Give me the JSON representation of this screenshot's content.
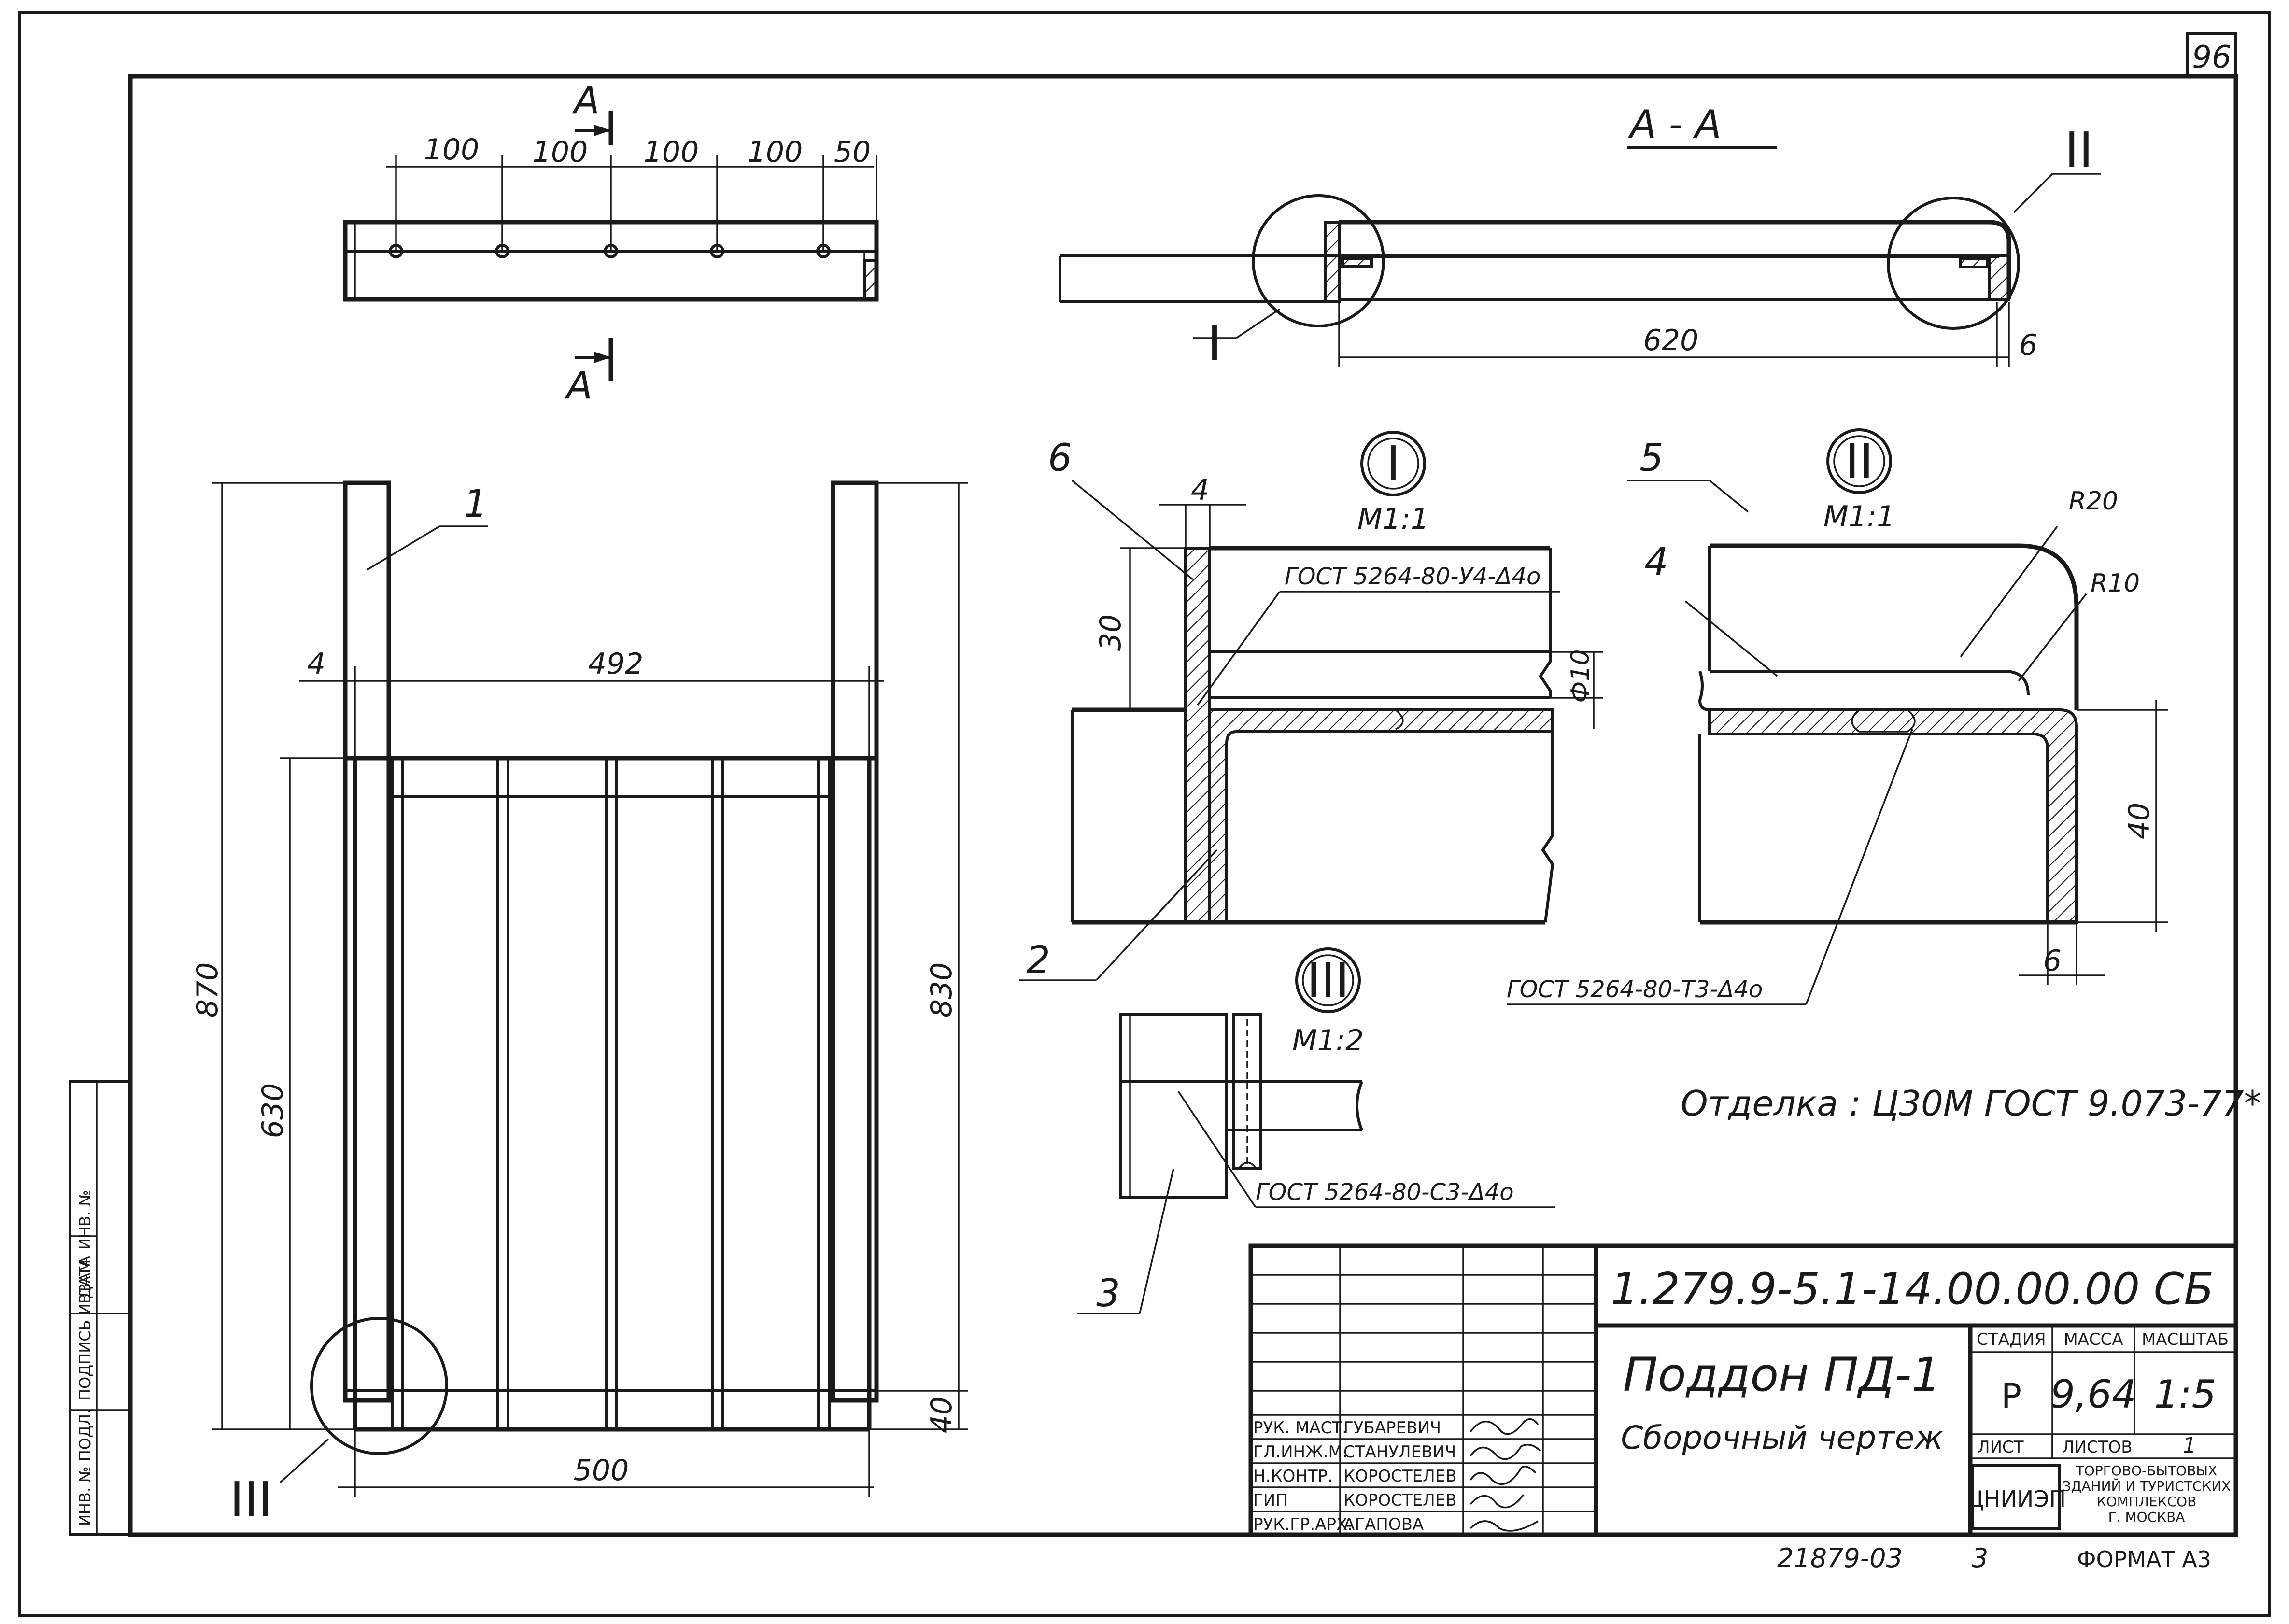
{
  "sheet_number": "96",
  "section_marks": {
    "a": "А",
    "section_title": "А - А"
  },
  "top_dims": [
    "100",
    "100",
    "100",
    "100",
    "50"
  ],
  "section_dims": {
    "length": "620",
    "end": "6"
  },
  "main_view": {
    "dim_width_inner": "492",
    "dim_width": "500",
    "dim_left_offset": "4",
    "dim_height_total": "870",
    "dim_height_frame": "630",
    "dim_height_right": "830",
    "dim_bottom": "40"
  },
  "detail_I": {
    "roman": "I",
    "scale": "М1:1",
    "dim_top": "4",
    "dim_30": "30",
    "dim_d10": "Ф10",
    "weld": "ГОСТ 5264-80-У4-Δ4о"
  },
  "detail_II": {
    "roman": "II",
    "scale": "М1:1",
    "r20": "R20",
    "r10": "R10",
    "dim_40": "40",
    "dim_6": "6",
    "weld": "ГОСТ 5264-80-Т3-Δ4о"
  },
  "detail_III": {
    "roman": "III",
    "scale": "М1:2",
    "weld": "ГОСТ 5264-80-С3-Δ4о"
  },
  "callouts": [
    "1",
    "2",
    "3",
    "4",
    "5",
    "6"
  ],
  "view_marks": {
    "i": "I",
    "ii": "II",
    "iii": "III"
  },
  "finish_note": "Отделка : Ц30М ГОСТ 9.073-77*",
  "title_block": {
    "doc_code": "1.279.9-5.1-14.00.00.00 СБ",
    "title": "Поддон ПД-1",
    "subtitle": "Сборочный чертеж",
    "stage_label": "СТАДИЯ",
    "mass_label": "МАССА",
    "scale_label": "МАСШТАБ",
    "stage": "Р",
    "mass": "9,64",
    "scale": "1:5",
    "sheet_label": "ЛИСТ",
    "sheets_label": "ЛИСТОВ",
    "sheets": "1",
    "org_logo": "ЦНИИЭП",
    "org_text": [
      "ТОРГОВО-БЫТОВЫХ",
      "ЗДАНИЙ И ТУРИСТСКИХ",
      "КОМПЛЕКСОВ",
      "Г. МОСКВА"
    ],
    "roles": [
      {
        "role": "РУК. МАСТ.",
        "name": "ГУБАРЕВИЧ"
      },
      {
        "role": "ГЛ.ИНЖ.М.",
        "name": "СТАНУЛЕВИЧ"
      },
      {
        "role": "Н.КОНТР.",
        "name": "КОРОСТЕЛЕВ"
      },
      {
        "role": "ГИП",
        "name": "КОРОСТЕЛЕВ"
      },
      {
        "role": "РУК.ГР.АРХ.",
        "name": "АГАПОВА"
      }
    ]
  },
  "side_stamp": [
    "ИНВ. № ПОДЛ.",
    "ПОДПИСЬ И ДАТА",
    "ВЗАМ. ИНВ. №"
  ],
  "footer": {
    "archive": "21879-03",
    "page": "3",
    "format": "ФОРМАТ А3"
  }
}
